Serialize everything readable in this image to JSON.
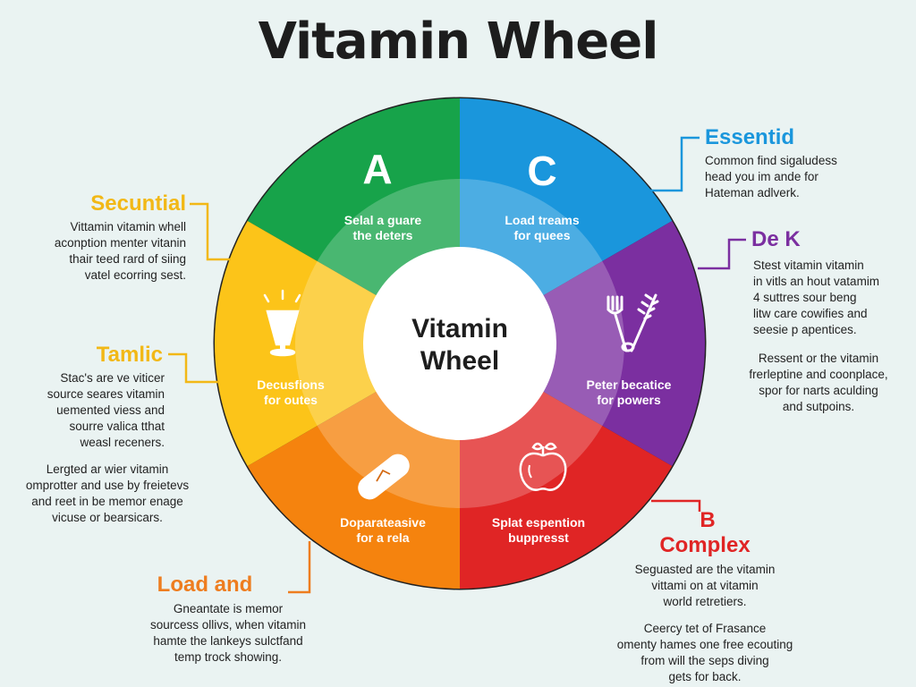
{
  "title": "Vitamin Wheel",
  "center_label": "Vitamin\nWheel",
  "colors": {
    "background": "#eaf3f2",
    "green": "#17a34a",
    "blue": "#1a96dc",
    "purple": "#7b2fa0",
    "red": "#e02525",
    "orange": "#f5830e",
    "yellow": "#fcc419"
  },
  "slices": [
    {
      "id": "green",
      "color": "#17a34a",
      "letter": "A",
      "text": "Selal a guare\nthe deters",
      "icon": "none"
    },
    {
      "id": "blue",
      "color": "#1a96dc",
      "letter": "C",
      "text": "Load treams\nfor quees",
      "icon": "none"
    },
    {
      "id": "purple",
      "color": "#7b2fa0",
      "letter": "",
      "text": "Peter becatice\nfor powers",
      "icon": "fork-and-wheat-icon"
    },
    {
      "id": "red",
      "color": "#e02525",
      "letter": "",
      "text": "Splat espention\nbuppresst",
      "icon": "apple-icon"
    },
    {
      "id": "orange",
      "color": "#f5830e",
      "letter": "",
      "text": "Doparateasive\nfor a rela",
      "icon": "pill-capsule-icon"
    },
    {
      "id": "yellow",
      "color": "#fcc419",
      "letter": "",
      "text": "Decusfions\nfor outes",
      "icon": "glass-icon"
    }
  ],
  "callouts": {
    "secuntial": {
      "heading": "Secuntial",
      "color": "#f2b816",
      "paragraphs": [
        "Vittamin vitamin whell\naconption menter vitanin\nthair teed rard of siing\nvatel ecorring sest."
      ]
    },
    "tamlic": {
      "heading": "Tamlic",
      "color": "#f2b816",
      "paragraphs": [
        "Stac's are ve viticer\nsource seares vitamin\nuemented viess and\nsourre valica tthat\nweasl receners.",
        "Lergted ar wier vitamin\nomprotter and use by freietevs\nand reet in be memor enage\nvicuse or bearsicars."
      ]
    },
    "load_and": {
      "heading": "Load and",
      "color": "#ee7d1f",
      "paragraphs": [
        "Gneantate is memor\nsourcess ollivs, when vitamin\nhamte the lankeys sulctfand\ntemp trock showing."
      ]
    },
    "essentid": {
      "heading": "Essentid",
      "color": "#1a96dc",
      "paragraphs": [
        "Common find sigaludess\nhead you im ande for\nHateman adlverk."
      ]
    },
    "de_k": {
      "heading": "De K",
      "color": "#7b2fa0",
      "paragraphs": [
        "Stest vitamin vitamin\nin vitls an hout vatamim\n4 suttres sour beng\nlitw care cowifies and\nseesie p apentices.",
        "Ressent or the vitamin\nfrerleptine and coonplace,\nspor for narts aculding\nand sutpoins."
      ]
    },
    "b_complex": {
      "heading_line1": "B",
      "heading_line2": "Complex",
      "color": "#e02525",
      "paragraphs": [
        "Seguasted are the vitamin\nvittami on at vitamin\nworld retretiers.",
        "Ceercy tet of Frasance\nomenty hames one free ecouting\nfrom will the seps diving\ngets for back."
      ]
    }
  }
}
